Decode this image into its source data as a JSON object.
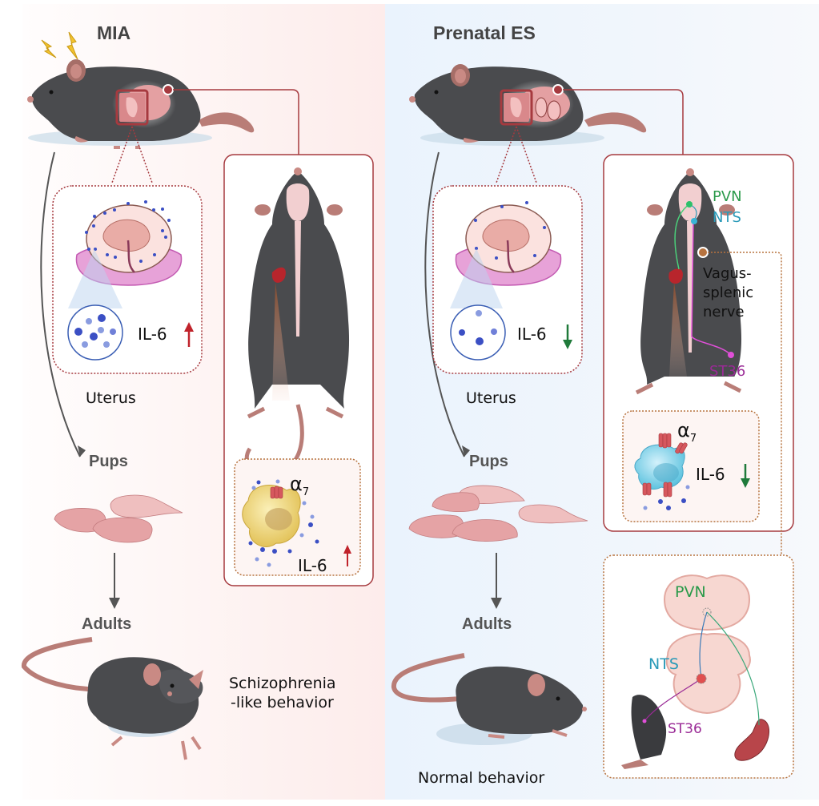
{
  "colors": {
    "mia_bg": "#fdeceb",
    "es_bg": "#eaf3fd",
    "panel_border": "#a63a3f",
    "dotted_border_uterus": "#a63a3f",
    "dotted_border_es": "#b7733f",
    "up_arrow": "#c0232b",
    "down_arrow": "#1f7a3a",
    "pvn": "#2a9a4a",
    "nts": "#2a9ab8",
    "st36": "#9a2a96",
    "mouse_fur": "#4a4b4e",
    "mouse_skin": "#c98a84",
    "il6_particle": "#3b4fc4"
  },
  "left": {
    "title": "MIA",
    "icon": "lightning-bolt-icon",
    "uterus_inset": {
      "il6_label": "IL-6",
      "il6_trend": "up",
      "caption": "Uterus"
    },
    "spleen_inset": {
      "receptor_label": "α",
      "receptor_subscript": "7",
      "il6_label": "IL-6",
      "il6_trend": "up"
    },
    "stage_pups": "Pups",
    "stage_adults": "Adults",
    "outcome_line1": "Schizophrenia",
    "outcome_line2": "-like behavior"
  },
  "right": {
    "title": "Prenatal ES",
    "uterus_inset": {
      "il6_label": "IL-6",
      "il6_trend": "down",
      "caption": "Uterus"
    },
    "pathway_labels": {
      "pvn": "PVN",
      "nts": "NTS",
      "nerve_line1": "Vagus-",
      "nerve_line2": "splenic",
      "nerve_line3": "nerve",
      "st36": "ST36"
    },
    "spleen_inset": {
      "receptor_label": "α",
      "receptor_subscript": "7",
      "il6_label": "IL-6",
      "il6_trend": "down"
    },
    "brain_inset": {
      "pvn": "PVN",
      "nts": "NTS",
      "st36": "ST36"
    },
    "stage_pups": "Pups",
    "stage_adults": "Adults",
    "outcome": "Normal behavior"
  }
}
